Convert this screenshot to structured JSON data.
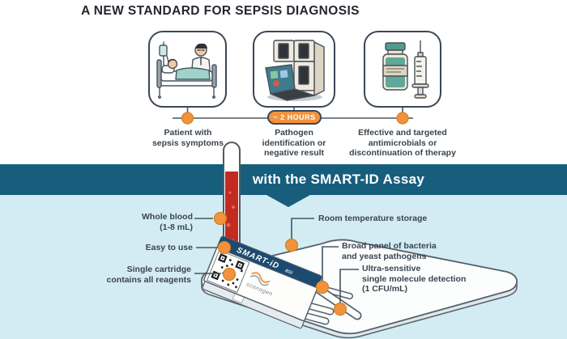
{
  "title": "A NEW STANDARD FOR SEPSIS DIAGNOSIS",
  "pathway": {
    "badge": "~ 2 HOURS",
    "steps": [
      {
        "name": "patient",
        "label": "Patient with\nsepsis symptoms"
      },
      {
        "name": "pathogen",
        "label": "Pathogen\nidentification or\nnegative result"
      },
      {
        "name": "therapy",
        "label": "Effective and targeted\nantimicrobials or\ndiscontinuation of therapy"
      }
    ]
  },
  "banner": {
    "text": "with the SMART-ID Assay"
  },
  "cartridge": {
    "brand": "SMART-iD",
    "brand_suffix": "BSI",
    "logo_text": "scanogen"
  },
  "callouts": {
    "left": [
      {
        "label": "Whole blood\n(1-8 mL)"
      },
      {
        "label": "Easy to use"
      },
      {
        "label": "Single cartridge\ncontains all reagents"
      }
    ],
    "right": [
      {
        "label": "Room temperature storage"
      },
      {
        "label": "Broad panel of bacteria\nand yeast pathogens"
      },
      {
        "label": "Ultra-sensitive\nsingle molecule detection\n(1 CFU/mL)"
      }
    ]
  },
  "illustrations": {
    "step1": "patient-in-hospital-bed-with-doctor",
    "step2": "diagnostic-analyzer-instrument",
    "step3": "antimicrobial-vial-and-syringe",
    "bottom": "blood-tube-and-smart-id-cartridge"
  },
  "colors": {
    "banner_teal": "#175e7d",
    "panel_blue": "#d3ecf4",
    "accent_orange": "#f0923e",
    "outline_dark": "#3b4754",
    "blood_red": "#c32a20",
    "label_navy": "#1d4a70"
  }
}
